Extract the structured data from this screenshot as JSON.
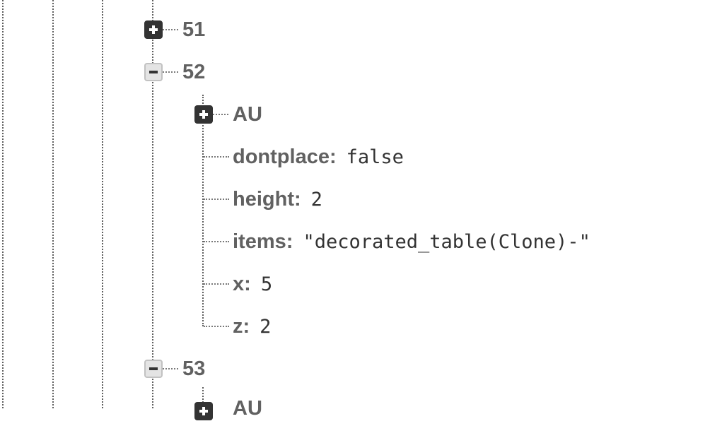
{
  "tree": {
    "nodes": [
      {
        "key": "51",
        "state": "collapsed"
      },
      {
        "key": "52",
        "state": "expanded",
        "children": [
          {
            "key": "AU",
            "state": "collapsed"
          },
          {
            "key": "dontplace",
            "colon": ":",
            "value": "false"
          },
          {
            "key": "height",
            "colon": ":",
            "value": "2"
          },
          {
            "key": "items",
            "colon": ":",
            "value": "\"decorated_table(Clone)-\""
          },
          {
            "key": "x",
            "colon": ":",
            "value": "5"
          },
          {
            "key": "z",
            "colon": ":",
            "value": "2"
          }
        ]
      },
      {
        "key": "53",
        "state": "expanded",
        "children": [
          {
            "key": "AU",
            "state": "collapsed"
          }
        ]
      }
    ]
  }
}
